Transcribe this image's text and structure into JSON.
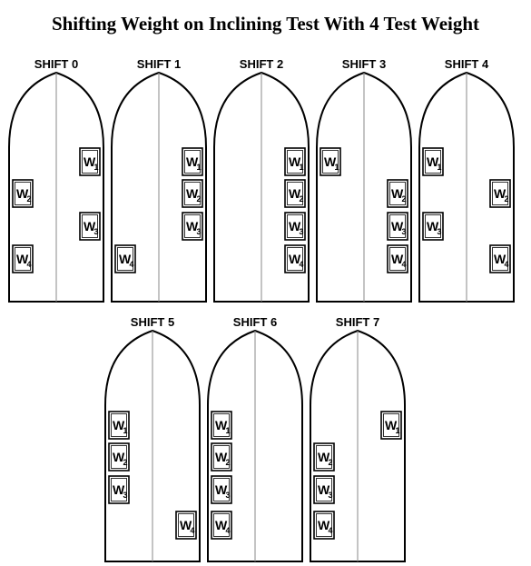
{
  "title": "Shifting Weight on Inclining Test With 4 Test Weight",
  "weight_letter": "W",
  "shifts": [
    {
      "label": "SHIFT 0",
      "weights": [
        {
          "id": "1",
          "side": "right",
          "row": 1
        },
        {
          "id": "2",
          "side": "left",
          "row": 2
        },
        {
          "id": "3",
          "side": "right",
          "row": 3
        },
        {
          "id": "4",
          "side": "left",
          "row": 4
        }
      ]
    },
    {
      "label": "SHIFT 1",
      "weights": [
        {
          "id": "1",
          "side": "right",
          "row": 1
        },
        {
          "id": "2",
          "side": "right",
          "row": 2
        },
        {
          "id": "3",
          "side": "right",
          "row": 3
        },
        {
          "id": "4",
          "side": "left",
          "row": 4
        }
      ]
    },
    {
      "label": "SHIFT 2",
      "weights": [
        {
          "id": "1",
          "side": "right",
          "row": 1
        },
        {
          "id": "2",
          "side": "right",
          "row": 2
        },
        {
          "id": "3",
          "side": "right",
          "row": 3
        },
        {
          "id": "4",
          "side": "right",
          "row": 4
        }
      ]
    },
    {
      "label": "SHIFT 3",
      "weights": [
        {
          "id": "1",
          "side": "left",
          "row": 1
        },
        {
          "id": "2",
          "side": "right",
          "row": 2
        },
        {
          "id": "3",
          "side": "right",
          "row": 3
        },
        {
          "id": "4",
          "side": "right",
          "row": 4
        }
      ]
    },
    {
      "label": "SHIFT 4",
      "weights": [
        {
          "id": "1",
          "side": "left",
          "row": 1
        },
        {
          "id": "2",
          "side": "right",
          "row": 2
        },
        {
          "id": "3",
          "side": "left",
          "row": 3
        },
        {
          "id": "4",
          "side": "right",
          "row": 4
        }
      ]
    },
    {
      "label": "SHIFT 5",
      "weights": [
        {
          "id": "1",
          "side": "left",
          "row": 1
        },
        {
          "id": "2",
          "side": "left",
          "row": 2
        },
        {
          "id": "3",
          "side": "left",
          "row": 3
        },
        {
          "id": "4",
          "side": "right",
          "row": 4
        }
      ]
    },
    {
      "label": "SHIFT 6",
      "weights": [
        {
          "id": "1",
          "side": "left",
          "row": 1
        },
        {
          "id": "2",
          "side": "left",
          "row": 2
        },
        {
          "id": "3",
          "side": "left",
          "row": 3
        },
        {
          "id": "4",
          "side": "left",
          "row": 4
        }
      ]
    },
    {
      "label": "SHIFT 7",
      "weights": [
        {
          "id": "1",
          "side": "right",
          "row": 1
        },
        {
          "id": "2",
          "side": "left",
          "row": 2
        },
        {
          "id": "3",
          "side": "left",
          "row": 3
        },
        {
          "id": "4",
          "side": "left",
          "row": 4
        }
      ]
    }
  ]
}
